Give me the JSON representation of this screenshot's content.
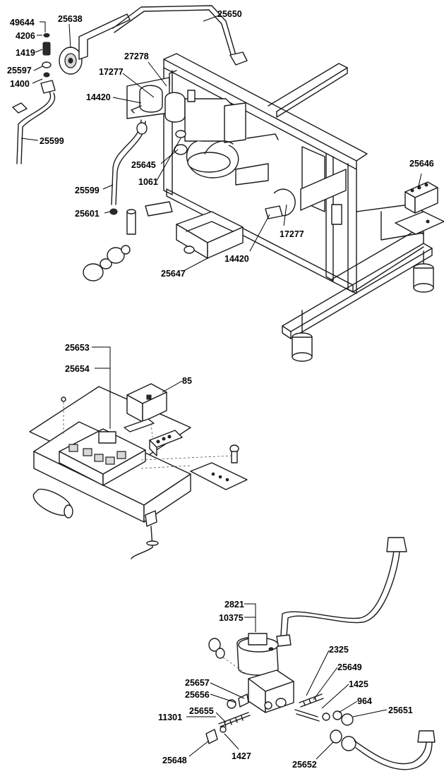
{
  "callouts": {
    "c49644": "49644",
    "c4206": "4206",
    "c1419": "1419",
    "c25597": "25597",
    "c1400": "1400",
    "c25638": "25638",
    "c25650": "25650",
    "c27278": "27278",
    "c17277a": "17277",
    "c14420a": "14420",
    "c25599a": "25599",
    "c25645": "25645",
    "c1061": "1061",
    "c25599b": "25599",
    "c25601": "25601",
    "c25646": "25646",
    "c17277b": "17277",
    "c14420b": "14420",
    "c25647": "25647",
    "c25653": "25653",
    "c25654": "25654",
    "c85": "85",
    "c2821": "2821",
    "c10375": "10375",
    "c2325": "2325",
    "c25649": "25649",
    "c1425": "1425",
    "c964": "964",
    "c25651": "25651",
    "c25657": "25657",
    "c25656": "25656",
    "c11301": "11301",
    "c25655": "25655",
    "c25648": "25648",
    "c1427": "1427",
    "c25652": "25652"
  }
}
